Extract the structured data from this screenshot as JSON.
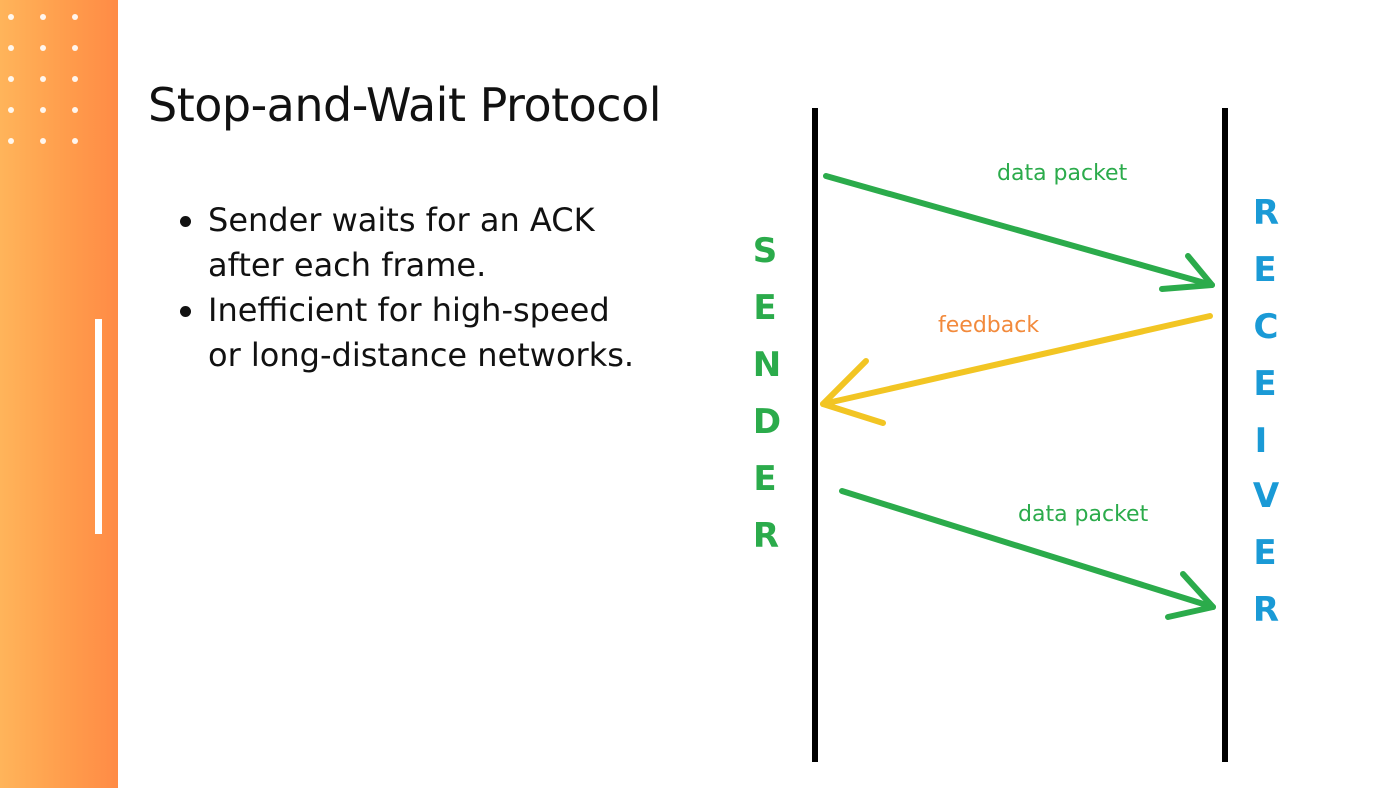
{
  "slide": {
    "title": "Stop-and-Wait Protocol",
    "bullets": [
      {
        "line1": "Sender waits for an ACK",
        "line2": "after each frame."
      },
      {
        "line1": "Inefficient for high-speed",
        "line2": "or long-distance networks."
      }
    ]
  },
  "diagram": {
    "sender_letters": [
      "S",
      "E",
      "N",
      "D",
      "E",
      "R"
    ],
    "receiver_letters": [
      "R",
      "E",
      "C",
      "E",
      "I",
      "V",
      "E",
      "R"
    ],
    "messages": [
      {
        "label": "data packet",
        "direction": "sender-to-receiver",
        "color": "#2bab4b"
      },
      {
        "label": "feedback",
        "direction": "receiver-to-sender",
        "color": "#f2c523"
      },
      {
        "label": "data packet",
        "direction": "sender-to-receiver",
        "color": "#2bab4b"
      }
    ]
  },
  "colors": {
    "sender_text": "#2bab4b",
    "receiver_text": "#1a9ad6",
    "data_label": "#2bab4b",
    "feedback_label": "#f28a3c",
    "accent_band": "#ff9b4b"
  }
}
